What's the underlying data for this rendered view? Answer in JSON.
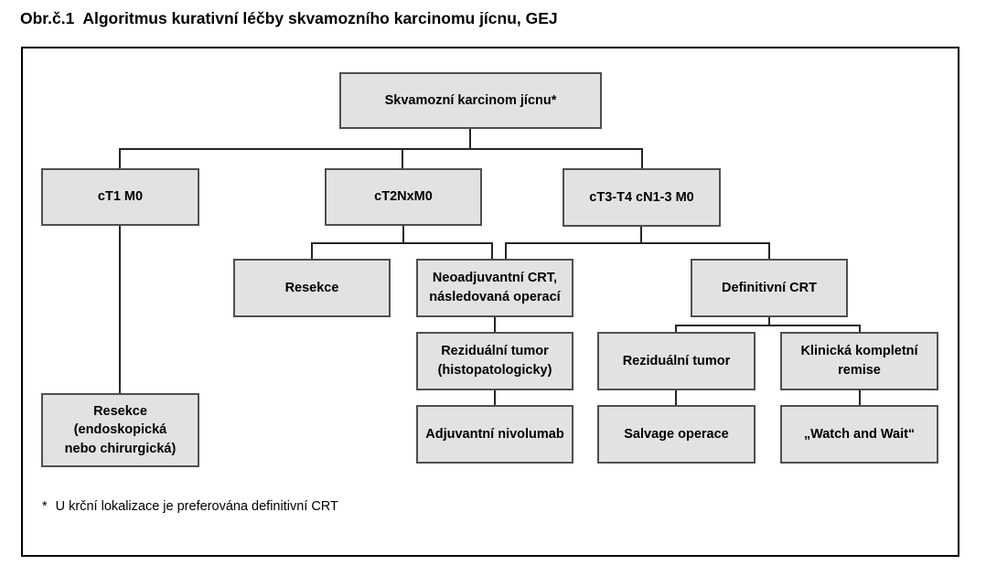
{
  "figure": {
    "title_prefix": "Obr.č.1",
    "title_text": "Algoritmus kurativní léčby skvamozního karcinomu jícnu, GEJ",
    "footnote_marker": "*",
    "footnote_text": "U krční lokalizace je preferována definitivní CRT"
  },
  "colors": {
    "box_fill": "#e2e2e2",
    "box_border": "#4f4f4f",
    "connector_line": "#262626",
    "frame_border": "#000000",
    "background": "#ffffff"
  },
  "nodes": {
    "root": {
      "label": "Skvamozní karcinom jícnu*"
    },
    "ct1m0": {
      "label": "cT1 M0"
    },
    "ct2nxm0": {
      "label": "cT2NxM0"
    },
    "ct3t4": {
      "label": "cT3-T4 cN1-3 M0"
    },
    "resekce": {
      "label": "Resekce"
    },
    "neoadjuvant_crt": {
      "label": "Neoadjuvantní CRT,\nnásledovaná operací"
    },
    "definitive_crt": {
      "label": "Definitivní CRT"
    },
    "residual_tumor_histo": {
      "label": "Reziduální tumor\n(histopatologicky)"
    },
    "residual_tumor": {
      "label": "Reziduální tumor"
    },
    "clinical_complete_remission": {
      "label": "Klinická kompletní\nremise"
    },
    "resection_endo_surgical": {
      "label": "Resekce\n(endoskopická\nnebo chirurgická)"
    },
    "adjuvant_nivolumab": {
      "label": "Adjuvantní nivolumab"
    },
    "salvage_surgery": {
      "label": "Salvage operace"
    },
    "watch_and_wait": {
      "label": "„Watch and Wait“"
    }
  },
  "edges": [
    {
      "from": "root",
      "to": "ct1m0"
    },
    {
      "from": "root",
      "to": "ct2nxm0"
    },
    {
      "from": "root",
      "to": "ct3t4"
    },
    {
      "from": "ct1m0",
      "to": "resection_endo_surgical"
    },
    {
      "from": "ct2nxm0",
      "to": "resekce"
    },
    {
      "from": "ct2nxm0",
      "to": "neoadjuvant_crt"
    },
    {
      "from": "ct3t4",
      "to": "neoadjuvant_crt"
    },
    {
      "from": "ct3t4",
      "to": "definitive_crt"
    },
    {
      "from": "neoadjuvant_crt",
      "to": "residual_tumor_histo"
    },
    {
      "from": "residual_tumor_histo",
      "to": "adjuvant_nivolumab"
    },
    {
      "from": "definitive_crt",
      "to": "residual_tumor"
    },
    {
      "from": "definitive_crt",
      "to": "clinical_complete_remission"
    },
    {
      "from": "residual_tumor",
      "to": "salvage_surgery"
    },
    {
      "from": "clinical_complete_remission",
      "to": "watch_and_wait"
    }
  ]
}
